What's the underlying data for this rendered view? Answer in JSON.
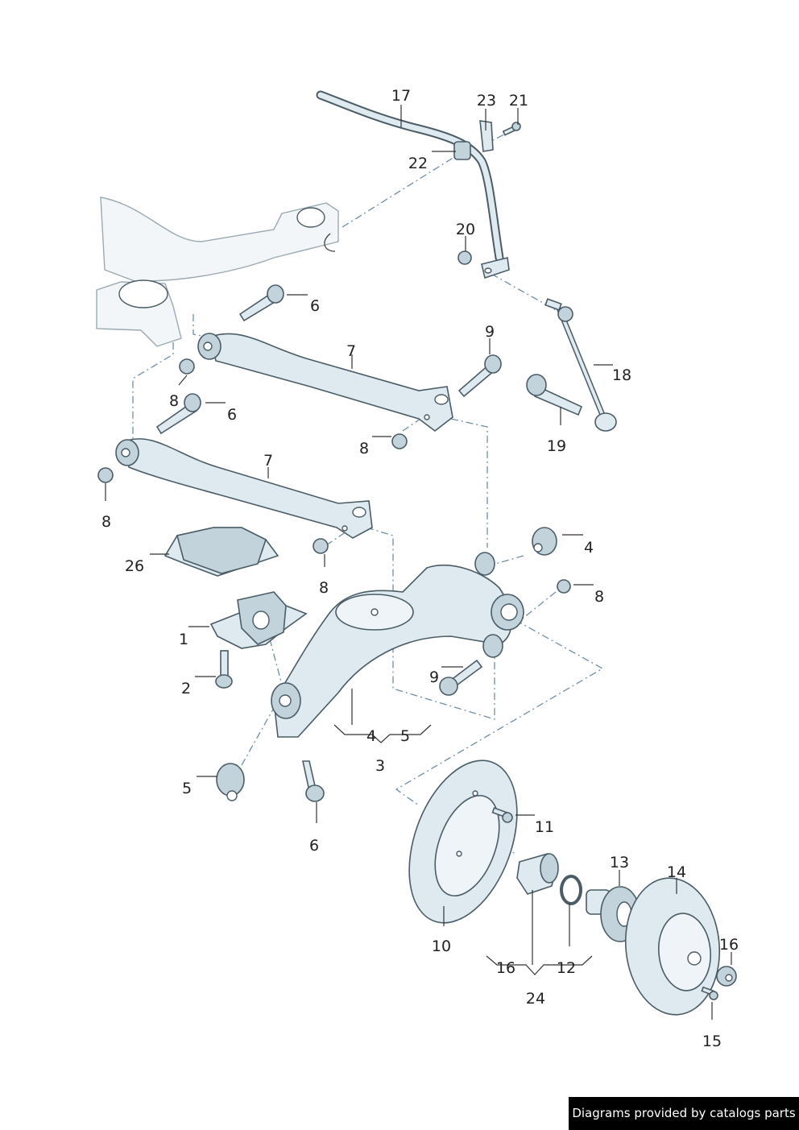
{
  "labels": {
    "l17": "17",
    "l23": "23",
    "l21": "21",
    "l22": "22",
    "l20": "20",
    "l6a": "6",
    "l7a": "7",
    "l9a": "9",
    "l18": "18",
    "l8a": "8",
    "l6b": "6",
    "l8b": "8",
    "l19": "19",
    "l7b": "7",
    "l8c": "8",
    "l4a": "4",
    "l26": "26",
    "l8d": "8",
    "l8e": "8",
    "l1": "1",
    "l9b": "9",
    "l2": "2",
    "l4b": "4",
    "l5a": "5",
    "l3": "3",
    "l5b": "5",
    "l6c": "6",
    "l11": "11",
    "l13": "13",
    "l14": "14",
    "l10": "10",
    "l16a": "16",
    "l16b": "16",
    "l12": "12",
    "l24": "24",
    "l15": "15"
  },
  "footer": {
    "text": "Diagrams provided by catalogs parts"
  },
  "colors": {
    "part_fill": "#dfeaf0",
    "part_stroke": "#4a5c66",
    "leader": "#333333",
    "dash": "#6f8fa3"
  }
}
